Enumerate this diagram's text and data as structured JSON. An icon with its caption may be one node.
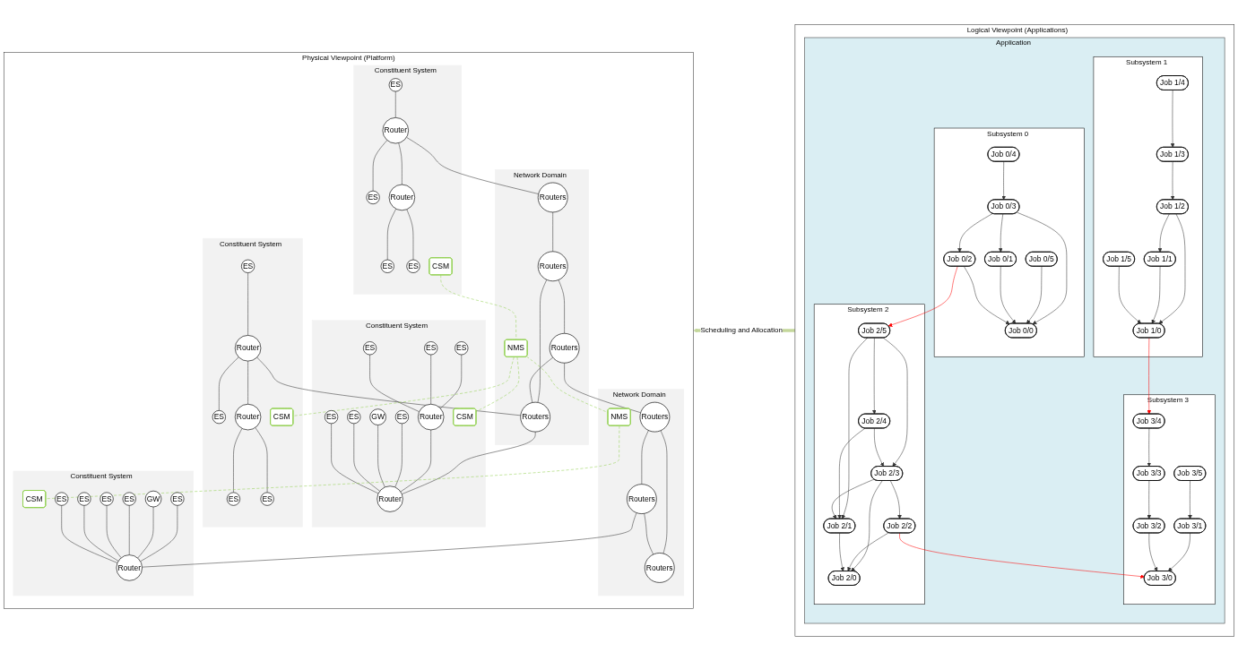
{
  "diagram": {
    "nodes": [
      {
        "text": [
          "Physical Viewpoint (Platform)"
        ]
      },
      {
        "text": [
          "Constituent System"
        ],
        "in": 0
      },
      {
        "text": [
          "CSM"
        ],
        "in": 1
      },
      {
        "text": [
          "ES"
        ],
        "in": 1
      },
      {
        "text": [
          "Router"
        ],
        "in": 1
      },
      {
        "text": [
          "ES"
        ],
        "in": 1
      },
      {
        "text": [
          "Router"
        ],
        "in": 1
      },
      {
        "text": [
          "ES"
        ],
        "in": 1
      },
      {
        "text": [
          "ES"
        ],
        "in": 1
      },
      {
        "text": [
          "Network Domain"
        ],
        "in": 0
      },
      {
        "text": [
          "NMS"
        ],
        "in": 9
      },
      {
        "text": [
          "Routers"
        ],
        "in": 9
      },
      {
        "text": [
          "Routers"
        ],
        "in": 9
      },
      {
        "text": [
          "Routers"
        ],
        "in": 9
      },
      {
        "text": [
          "Routers"
        ],
        "in": 9
      },
      {
        "text": [
          "Network Domain"
        ],
        "in": 0
      },
      {
        "text": [
          "NMS"
        ],
        "in": 15
      },
      {
        "text": [
          "Routers"
        ],
        "in": 15
      },
      {
        "text": [
          "Routers"
        ],
        "in": 15
      },
      {
        "text": [
          "Routers"
        ],
        "in": 15
      },
      {
        "text": [
          "Constituent System"
        ],
        "in": 0
      },
      {
        "text": [
          "CSM"
        ],
        "in": 20
      },
      {
        "text": [
          "ES"
        ],
        "in": 20
      },
      {
        "text": [
          "Router"
        ],
        "in": 20
      },
      {
        "text": [
          "ES"
        ],
        "in": 20
      },
      {
        "text": [
          "Router"
        ],
        "in": 20
      },
      {
        "text": [
          "ES"
        ],
        "in": 20
      },
      {
        "text": [
          "ES"
        ],
        "in": 20
      },
      {
        "text": [
          "Constituent System"
        ],
        "in": 0
      },
      {
        "text": [
          "CSM"
        ],
        "in": 28
      },
      {
        "text": [
          "ES"
        ],
        "in": 28
      },
      {
        "text": [
          "ES"
        ],
        "in": 28
      },
      {
        "text": [
          "GW"
        ],
        "in": 28
      },
      {
        "text": [
          "ES"
        ],
        "in": 28
      },
      {
        "text": [
          "Router"
        ],
        "in": 28
      },
      {
        "text": [
          "Router"
        ],
        "in": 28
      },
      {
        "text": [
          "ES"
        ],
        "in": 28
      },
      {
        "text": [
          "ES"
        ],
        "in": 28
      },
      {
        "text": [
          "ES"
        ],
        "in": 28
      },
      {
        "text": [
          "Constituent System"
        ],
        "in": 0
      },
      {
        "text": [
          "CSM"
        ],
        "in": 39
      },
      {
        "text": [
          "ES"
        ],
        "in": 39
      },
      {
        "text": [
          "GW"
        ],
        "in": 39
      },
      {
        "text": [
          "ES"
        ],
        "in": 39
      },
      {
        "text": [
          "Router"
        ],
        "in": 39
      },
      {
        "text": [
          "ES"
        ],
        "in": 39
      },
      {
        "text": [
          "ES"
        ],
        "in": 39
      },
      {
        "text": [
          "ES"
        ],
        "in": 39
      },
      {
        "text": [
          "Logical Viewpoint (Applications)"
        ]
      },
      {
        "text": [
          "Application"
        ],
        "in": 48
      },
      {
        "text": [
          "Subsystem 1"
        ],
        "in": 49
      },
      {
        "text": [
          "Job 1/4"
        ],
        "in": 50
      },
      {
        "text": [
          "Job 1/3"
        ],
        "in": 50
      },
      {
        "text": [
          "Job 1/5"
        ],
        "in": 50
      },
      {
        "text": [
          "Job 1/2"
        ],
        "in": 50
      },
      {
        "text": [
          "Job 1/0"
        ],
        "in": 50
      },
      {
        "text": [
          "Job 1/1"
        ],
        "in": 50
      },
      {
        "text": [
          "Subsystem 0"
        ],
        "in": 49
      },
      {
        "text": [
          "Job 0/3"
        ],
        "in": 57
      },
      {
        "text": [
          "Job 0/4"
        ],
        "in": 57
      },
      {
        "text": [
          "Job 0/5"
        ],
        "in": 57
      },
      {
        "text": [
          "Job 0/1"
        ],
        "in": 57
      },
      {
        "text": [
          "Job 0/2"
        ],
        "in": 57
      },
      {
        "text": [
          "Job 0/0"
        ],
        "in": 57
      },
      {
        "text": [
          "Subsystem 3"
        ],
        "in": 49
      },
      {
        "text": [
          "Job 3/4"
        ],
        "in": 64
      },
      {
        "text": [
          "Job 3/5"
        ],
        "in": 64
      },
      {
        "text": [
          "Job 3/3"
        ],
        "in": 64
      },
      {
        "text": [
          "Job 3/1"
        ],
        "in": 64
      },
      {
        "text": [
          "Job 3/2"
        ],
        "in": 64
      },
      {
        "text": [
          "Job 3/0"
        ],
        "in": 64
      },
      {
        "text": [
          "Subsystem 2"
        ],
        "in": 49
      },
      {
        "text": [
          "Job 2/5"
        ],
        "in": 71
      },
      {
        "text": [
          "Job 2/4"
        ],
        "in": 71
      },
      {
        "text": [
          "Job 2/3"
        ],
        "in": 71
      },
      {
        "text": [
          "Job 2/2"
        ],
        "in": 71
      },
      {
        "text": [
          "Job 2/1"
        ],
        "in": 71
      },
      {
        "text": [
          "Job 2/0"
        ],
        "in": 71
      }
    ],
    "edges": [
      {
        "from": 3,
        "to": 4,
        "arrow": "none"
      },
      {
        "from": 4,
        "to": 5,
        "arrow": "none"
      },
      {
        "from": 4,
        "to": 6,
        "arrow": "none"
      },
      {
        "from": 6,
        "to": 7,
        "arrow": "none"
      },
      {
        "from": 6,
        "to": 8,
        "arrow": "none"
      },
      {
        "from": 4,
        "to": 11,
        "arrow": "none"
      },
      {
        "from": 11,
        "to": 12,
        "arrow": "none"
      },
      {
        "from": 12,
        "to": 13,
        "arrow": "none"
      },
      {
        "from": 12,
        "to": 14,
        "arrow": "none"
      },
      {
        "from": 13,
        "to": 14,
        "arrow": "none"
      },
      {
        "from": 13,
        "to": 17,
        "arrow": "none"
      },
      {
        "from": 17,
        "to": 18,
        "arrow": "none"
      },
      {
        "from": 17,
        "to": 19,
        "arrow": "none"
      },
      {
        "from": 18,
        "to": 19,
        "arrow": "none"
      },
      {
        "from": 22,
        "to": 23,
        "arrow": "none"
      },
      {
        "from": 23,
        "to": 24,
        "arrow": "none"
      },
      {
        "from": 23,
        "to": 25,
        "arrow": "none"
      },
      {
        "from": 25,
        "to": 26,
        "arrow": "none"
      },
      {
        "from": 25,
        "to": 27,
        "arrow": "none"
      },
      {
        "from": 23,
        "to": 14,
        "arrow": "none"
      },
      {
        "from": 14,
        "to": 35,
        "arrow": "none"
      },
      {
        "from": 30,
        "to": 34,
        "arrow": "none"
      },
      {
        "from": 33,
        "to": 34,
        "arrow": "none"
      },
      {
        "from": 37,
        "to": 34,
        "arrow": "none"
      },
      {
        "from": 34,
        "to": 35,
        "arrow": "none"
      },
      {
        "from": 31,
        "to": 35,
        "arrow": "none"
      },
      {
        "from": 32,
        "to": 35,
        "arrow": "none"
      },
      {
        "from": 36,
        "to": 35,
        "arrow": "none"
      },
      {
        "from": 38,
        "to": 35,
        "arrow": "none"
      },
      {
        "from": 18,
        "to": 44,
        "arrow": "none"
      },
      {
        "from": 41,
        "to": 44,
        "arrow": "none"
      },
      {
        "from": 42,
        "to": 44,
        "arrow": "none"
      },
      {
        "from": 43,
        "to": 44,
        "arrow": "none"
      },
      {
        "from": 45,
        "to": 44,
        "arrow": "none"
      },
      {
        "from": 46,
        "to": 44,
        "arrow": "none"
      },
      {
        "from": 47,
        "to": 44,
        "arrow": "none"
      },
      {
        "from": 2,
        "to": 10,
        "arrow": "none",
        "style": "dashed",
        "color": "#92d050"
      },
      {
        "from": 10,
        "to": 16,
        "arrow": "none",
        "style": "dashed",
        "color": "#92d050"
      },
      {
        "from": 10,
        "to": 21,
        "arrow": "none",
        "style": "dashed",
        "color": "#92d050"
      },
      {
        "from": 10,
        "to": 29,
        "arrow": "none",
        "style": "dashed",
        "color": "#92d050"
      },
      {
        "from": 16,
        "to": 40,
        "arrow": "none",
        "style": "dashed",
        "color": "#92d050"
      },
      {
        "from": 48,
        "to": 0,
        "arrow": "to",
        "label": "Scheduling and Allocation",
        "style": "thick",
        "color": "#c4d79b"
      },
      {
        "from": 51,
        "to": 52,
        "arrow": "to"
      },
      {
        "from": 52,
        "to": 54,
        "arrow": "to"
      },
      {
        "from": 54,
        "to": 55,
        "arrow": "to"
      },
      {
        "from": 54,
        "to": 56,
        "arrow": "to"
      },
      {
        "from": 56,
        "to": 55,
        "arrow": "to"
      },
      {
        "from": 53,
        "to": 55,
        "arrow": "to"
      },
      {
        "from": 55,
        "to": 65,
        "arrow": "to",
        "color": "#ff0000"
      },
      {
        "from": 59,
        "to": 58,
        "arrow": "to"
      },
      {
        "from": 58,
        "to": 61,
        "arrow": "to"
      },
      {
        "from": 58,
        "to": 62,
        "arrow": "to"
      },
      {
        "from": 58,
        "to": 63,
        "arrow": "to"
      },
      {
        "from": 60,
        "to": 63,
        "arrow": "to"
      },
      {
        "from": 61,
        "to": 63,
        "arrow": "to"
      },
      {
        "from": 62,
        "to": 63,
        "arrow": "to"
      },
      {
        "from": 62,
        "to": 72,
        "arrow": "to",
        "color": "#ff0000"
      },
      {
        "from": 65,
        "to": 67,
        "arrow": "to"
      },
      {
        "from": 67,
        "to": 69,
        "arrow": "to"
      },
      {
        "from": 66,
        "to": 68,
        "arrow": "to"
      },
      {
        "from": 68,
        "to": 70,
        "arrow": "to"
      },
      {
        "from": 69,
        "to": 70,
        "arrow": "to"
      },
      {
        "from": 72,
        "to": 73,
        "arrow": "to"
      },
      {
        "from": 72,
        "to": 74,
        "arrow": "to"
      },
      {
        "from": 72,
        "to": 76,
        "arrow": "to"
      },
      {
        "from": 73,
        "to": 74,
        "arrow": "to"
      },
      {
        "from": 73,
        "to": 76,
        "arrow": "to"
      },
      {
        "from": 74,
        "to": 75,
        "arrow": "to"
      },
      {
        "from": 74,
        "to": 76,
        "arrow": "to"
      },
      {
        "from": 74,
        "to": 77,
        "arrow": "to"
      },
      {
        "from": 75,
        "to": 77,
        "arrow": "to"
      },
      {
        "from": 76,
        "to": 77,
        "arrow": "to"
      },
      {
        "from": 75,
        "to": 70,
        "arrow": "to",
        "color": "#ff0000"
      }
    ]
  }
}
